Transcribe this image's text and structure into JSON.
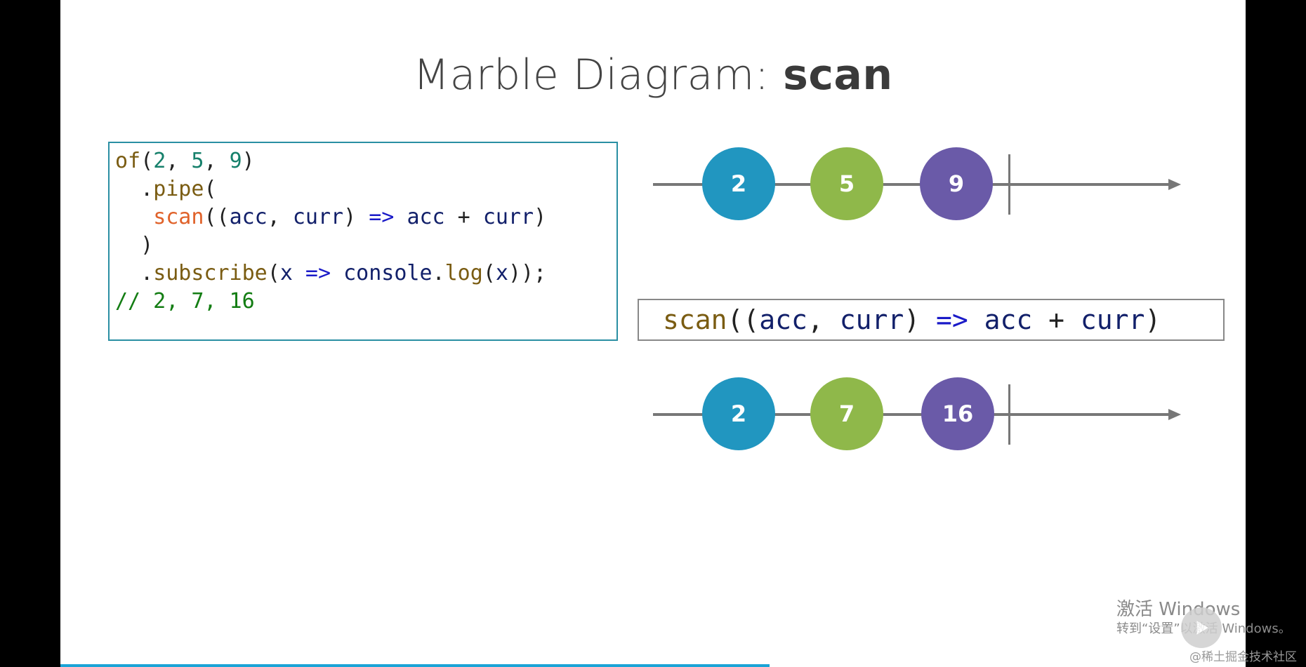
{
  "slide": {
    "title_prefix": "Marble Diagram: ",
    "title_keyword": "scan"
  },
  "code": {
    "line1": {
      "fn": "of",
      "open": "(",
      "n1": "2",
      "c1": ", ",
      "n2": "5",
      "c2": ", ",
      "n3": "9",
      "close": ")"
    },
    "line2": {
      "indent": "  ",
      "dot": ".",
      "fn": "pipe",
      "open": "("
    },
    "line3": {
      "indent": "   ",
      "op": "scan",
      "open": "((",
      "acc": "acc",
      "comma": ", ",
      "curr": "curr",
      "close": ")",
      "arrow": " => ",
      "acc2": "acc",
      "plus": " + ",
      "curr2": "curr",
      "end": ")"
    },
    "line4": {
      "indent": "  ",
      "close": ")"
    },
    "line5": {
      "indent": "  ",
      "dot": ".",
      "fn": "subscribe",
      "open": "(",
      "x": "x",
      "arrow": " => ",
      "console": "console",
      "dot2": ".",
      "log": "log",
      "open2": "(",
      "x2": "x",
      "end": "));"
    },
    "line6": {
      "comment": "// 2, 7, 16"
    }
  },
  "operator": {
    "op": "scan",
    "open": "((",
    "acc": "acc",
    "comma": ", ",
    "curr": "curr",
    "close": ")",
    "arrow": " => ",
    "acc2": "acc",
    "plus": " + ",
    "curr2": "curr",
    "end": ")"
  },
  "input_stream": {
    "marbles": [
      {
        "label": "2",
        "color": "#2196c0"
      },
      {
        "label": "5",
        "color": "#8fb84a"
      },
      {
        "label": "9",
        "color": "#6a5aa8"
      }
    ]
  },
  "output_stream": {
    "marbles": [
      {
        "label": "2",
        "color": "#2196c0"
      },
      {
        "label": "7",
        "color": "#8fb84a"
      },
      {
        "label": "16",
        "color": "#6a5aa8"
      }
    ]
  },
  "overlay": {
    "watermark_line1": "激活 Windows",
    "watermark_line2": "转到“设置”以激活 Windows。",
    "site": "@稀土掘金技术社区",
    "play_icon": "play-icon",
    "progress_color": "#1aa3d6"
  }
}
